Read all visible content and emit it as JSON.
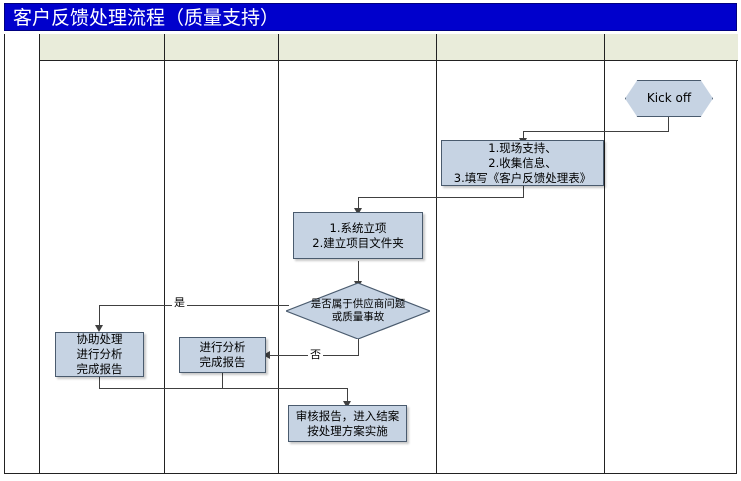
{
  "document": {
    "title": "客户反馈处理流程（质量支持）"
  },
  "chart_data": {
    "type": "diagram",
    "diagram_kind": "swimlane-flowchart",
    "title": "客户反馈处理流程（质量支持）",
    "lanes": [
      {
        "label": ""
      },
      {
        "label": ""
      },
      {
        "label": ""
      },
      {
        "label": ""
      },
      {
        "label": ""
      },
      {
        "label": ""
      }
    ],
    "nodes": [
      {
        "id": "kickoff",
        "shape": "hexagon",
        "text": "Kick off",
        "lane": 5
      },
      {
        "id": "step1",
        "shape": "process",
        "text": "1.现场支持、\n2.收集信息、\n3.填写《客户反馈处理表》",
        "lane": 4
      },
      {
        "id": "step2",
        "shape": "process",
        "text": "1.系统立项\n2.建立项目文件夹",
        "lane": 3
      },
      {
        "id": "decision",
        "shape": "diamond",
        "text": "是否属于供应商问题\n或质量事故",
        "lane": 3
      },
      {
        "id": "assist",
        "shape": "process",
        "text": "协助处理\n进行分析\n完成报告",
        "lane": 1
      },
      {
        "id": "analyze",
        "shape": "process",
        "text": "进行分析\n完成报告",
        "lane": 2
      },
      {
        "id": "review",
        "shape": "process",
        "text": "审核报告，进入结案\n按处理方案实施",
        "lane": 3
      }
    ],
    "edges": [
      {
        "from": "kickoff",
        "to": "step1",
        "label": ""
      },
      {
        "from": "step1",
        "to": "step2",
        "label": ""
      },
      {
        "from": "step2",
        "to": "decision",
        "label": ""
      },
      {
        "from": "decision",
        "to": "assist",
        "label": "是"
      },
      {
        "from": "decision",
        "to": "analyze",
        "label": "否"
      },
      {
        "from": "assist",
        "to": "review",
        "label": ""
      },
      {
        "from": "analyze",
        "to": "review",
        "label": ""
      }
    ]
  },
  "shapes": {
    "kickoff": {
      "text": "Kick off"
    },
    "step1": {
      "line1": "1.现场支持、",
      "line2": "2.收集信息、",
      "line3": "3.填写《客户反馈处理表》"
    },
    "step2": {
      "line1": "1.系统立项",
      "line2": "2.建立项目文件夹"
    },
    "decision": {
      "line1": "是否属于供应商问题",
      "line2": "或质量事故"
    },
    "assist": {
      "line1": "协助处理",
      "line2": "进行分析",
      "line3": "完成报告"
    },
    "analyze": {
      "line1": "进行分析",
      "line2": "完成报告"
    },
    "review": {
      "line1": "审核报告，进入结案",
      "line2": "按处理方案实施"
    }
  },
  "edge_labels": {
    "yes": "是",
    "no": "否"
  },
  "colors": {
    "title_bar": "#0000CC",
    "title_text": "#FFFFFF",
    "lane_header": "#E9ECDA",
    "shape_fill": "#C6D3E3",
    "shape_border": "#4A5B6E",
    "connector": "#404040",
    "table_border": "#222222",
    "canvas": "#FFFFFF"
  }
}
